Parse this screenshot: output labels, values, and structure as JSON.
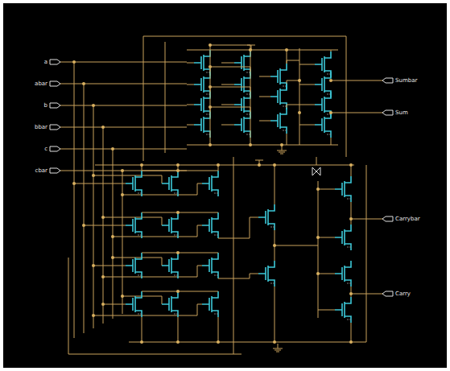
{
  "diagram": {
    "labels": [
      "a",
      "abar",
      "b",
      "bbar",
      "c",
      "cbar",
      "Sumbar",
      "Sum",
      "Carrybar",
      "Carry"
    ]
  }
}
